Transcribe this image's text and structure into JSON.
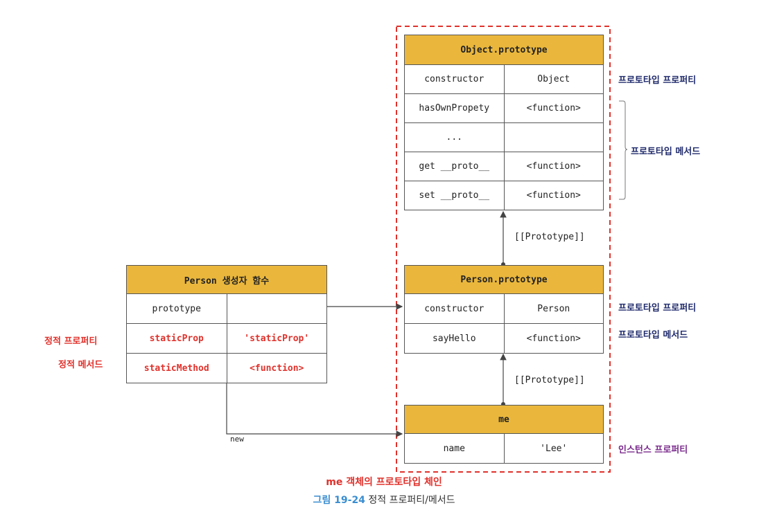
{
  "object_prototype": {
    "header": "Object.prototype",
    "rows": [
      {
        "key": "constructor",
        "value": "Object"
      },
      {
        "key": "hasOwnPropety",
        "value": "<function>"
      },
      {
        "key": "...",
        "value": ""
      },
      {
        "key": "get __proto__",
        "value": "<function>"
      },
      {
        "key": "set __proto__",
        "value": "<function>"
      }
    ]
  },
  "person_prototype": {
    "header": "Person.prototype",
    "rows": [
      {
        "key": "constructor",
        "value": "Person"
      },
      {
        "key": "sayHello",
        "value": "<function>"
      }
    ]
  },
  "me": {
    "header": "me",
    "rows": [
      {
        "key": "name",
        "value": "'Lee'"
      }
    ]
  },
  "person_constructor": {
    "header": "Person 생성자 함수",
    "rows": [
      {
        "key": "prototype",
        "value": ""
      },
      {
        "key": "staticProp",
        "value": "'staticProp'"
      },
      {
        "key": "staticMethod",
        "value": "<function>"
      }
    ]
  },
  "labels": {
    "obj_proto_property": "프로토타입 프로퍼티",
    "obj_proto_methods": "프로토타입 메서드",
    "person_proto_property": "프로토타입 프로퍼티",
    "person_proto_method": "프로토타입 메서드",
    "instance_property": "인스턴스 프로퍼티",
    "static_property": "정적 프로퍼티",
    "static_method": "정적 메서드",
    "prototype_link_1": "[[Prototype]]",
    "prototype_link_2": "[[Prototype]]",
    "new_label": "new",
    "chain_label": "me 객체의 프로토타입 체인"
  },
  "caption": {
    "figure": "그림 19-24",
    "text": "정적 프로퍼티/메서드"
  },
  "colors": {
    "header_fill": "#eab73c",
    "dashed_border": "#e0312b",
    "static_text": "#e0312b",
    "label_navy": "#1f2a6b",
    "label_purple": "#7a2a8c",
    "caption_figure": "#3a8ed1"
  }
}
